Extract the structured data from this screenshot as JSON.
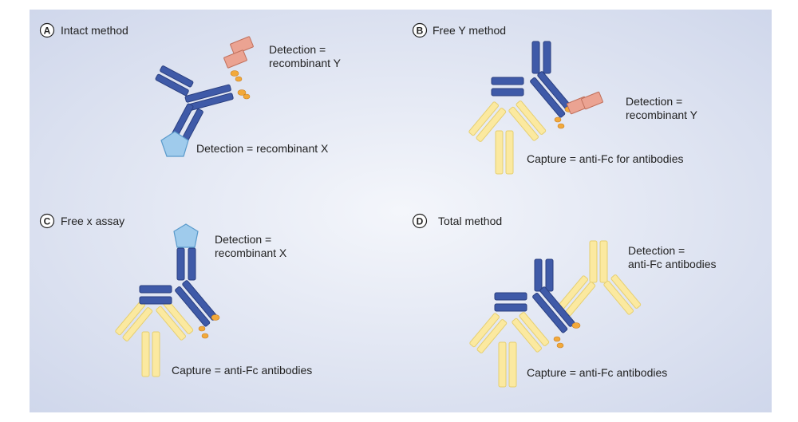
{
  "colors": {
    "antibody_blue": "#3f5aa8",
    "antibody_blue_edge": "#2a3f80",
    "capture_yellow": "#fbe9a0",
    "capture_yellow_edge": "#e6cf70",
    "recombinant_y": "#eba392",
    "recombinant_y_edge": "#c0705c",
    "recombinant_x": "#9fcbec",
    "recombinant_x_edge": "#5a9acb",
    "linker_orange": "#f2a93b",
    "background_center": "#f4f6fb",
    "background_edge": "#cdd5ea"
  },
  "panels": {
    "a": {
      "letter": "A",
      "title": "Intact method",
      "labels": [
        "Detection =",
        "recombinant Y",
        "Detection = recombinant X"
      ]
    },
    "b": {
      "letter": "B",
      "title": "Free Y method",
      "labels": [
        "Detection =",
        "recombinant Y",
        "Capture = anti-Fc for antibodies"
      ]
    },
    "c": {
      "letter": "C",
      "title": "Free x assay",
      "labels": [
        "Detection =",
        "recombinant X",
        "Capture = anti-Fc antibodies"
      ]
    },
    "d": {
      "letter": "D",
      "title": "Total method",
      "labels": [
        "Detection =",
        "anti-Fc antibodies",
        "Capture = anti-Fc antibodies"
      ]
    }
  }
}
